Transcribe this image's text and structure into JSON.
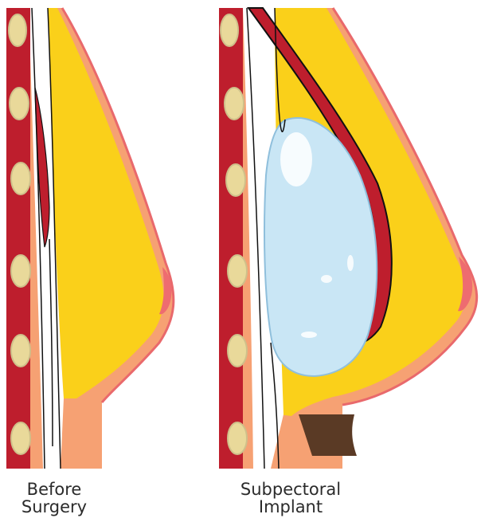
{
  "captions": {
    "before": {
      "line1": "Before",
      "line2": "Surgery"
    },
    "after": {
      "line1": "Subpectoral",
      "line2": "Implant"
    }
  },
  "colors": {
    "skin": "#f6a173",
    "skin_edge": "#e9696c",
    "fat": "#fad01a",
    "muscle": "#be1e2d",
    "muscle_dark": "#8f1522",
    "rib": "#e9d99a",
    "rib_band": "#cfc08a",
    "implant": "#c9e6f5",
    "implant_edge": "#8fbfdc",
    "nipple": "#ee6c70",
    "shadow": "#5a3a25",
    "tissue_line": "#111111"
  },
  "icons": [
    "before-surgery-diagram",
    "subpectoral-implant-diagram",
    "breast-implant-icon"
  ]
}
